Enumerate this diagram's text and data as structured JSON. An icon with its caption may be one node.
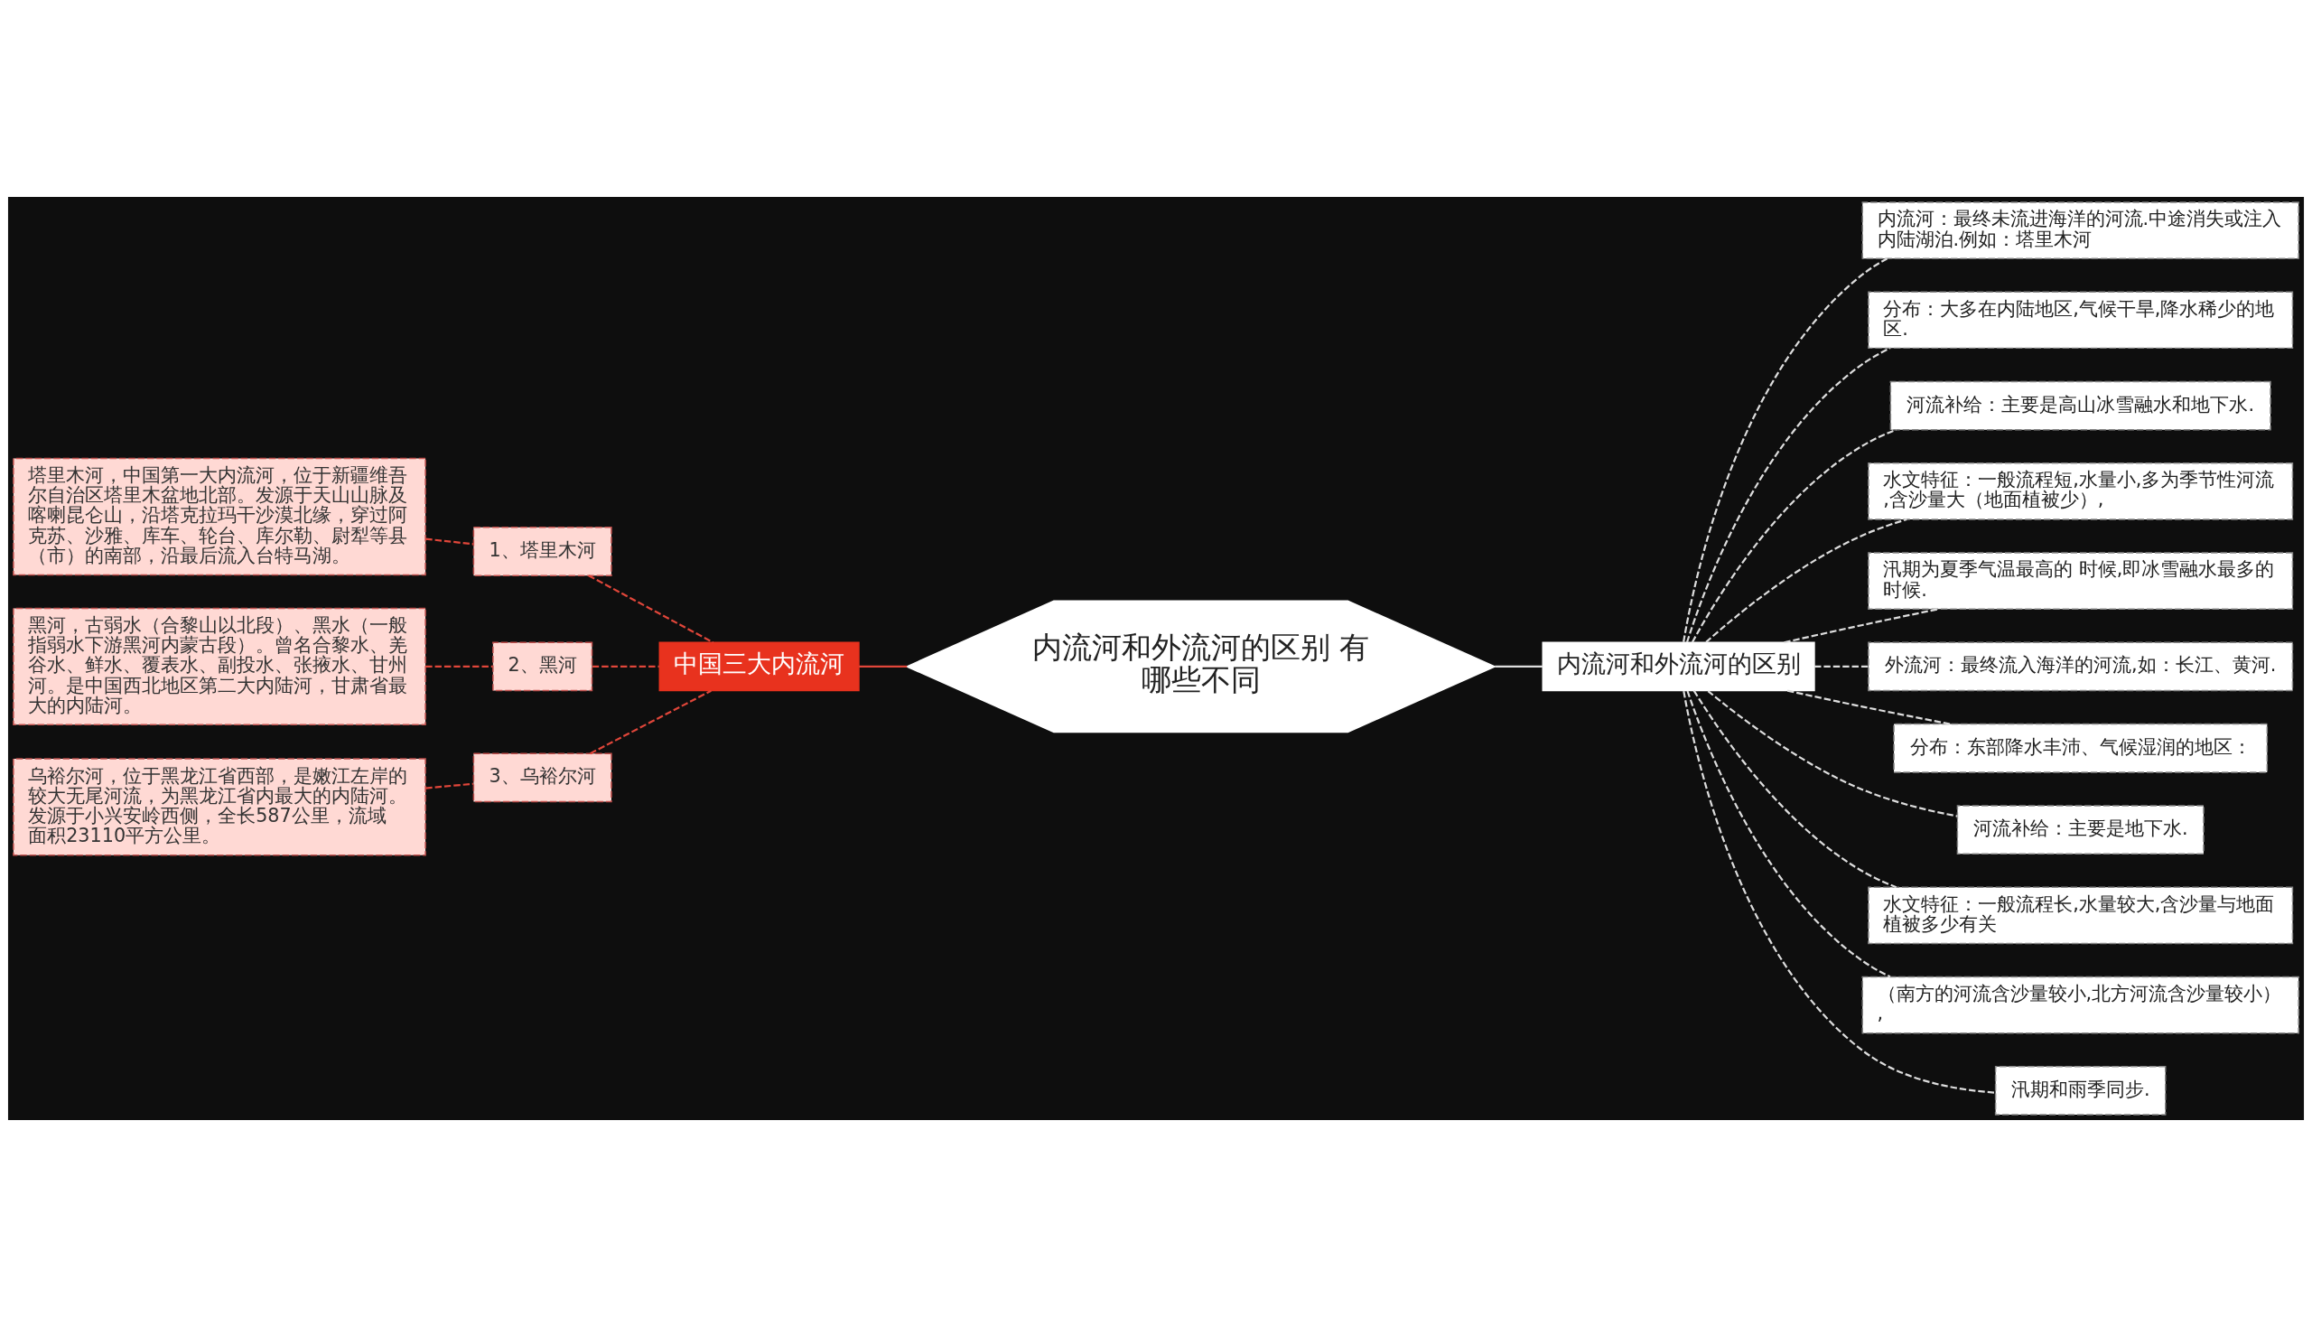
{
  "diagram": {
    "nodes": [
      {
        "text": [
          "内流河和外流河的区别 有哪些不同"
        ]
      },
      {
        "text": [
          "中国三大内流河"
        ]
      },
      {
        "text": [
          "1、塔里木河"
        ]
      },
      {
        "text": [
          "塔里木河，中国第一大内流河，位于新疆维吾尔自治区塔里木盆地北部。发源于天山山脉及喀喇昆仑山，沿塔克拉玛干沙漠北缘，穿过阿克苏、沙雅、库车、轮台、库尔勒、尉犁等县（市）的南部，沿最后流入台特马湖。"
        ]
      },
      {
        "text": [
          "2、黑河"
        ]
      },
      {
        "text": [
          "黑河，古弱水（合黎山以北段）、黑水（一般指弱水下游黑河内蒙古段）。曾名合黎水、羌谷水、鲜水、覆表水、副投水、张掖水、甘州河。是中国西北地区第二大内陆河，甘肃省最大的内陆河。"
        ]
      },
      {
        "text": [
          "3、乌裕尔河"
        ]
      },
      {
        "text": [
          "乌裕尔河，位于黑龙江省西部，是嫩江左岸的较大无尾河流，为黑龙江省内最大的内陆河。发源于小兴安岭西侧，全长587公里，流域面积23110平方公里。"
        ]
      },
      {
        "text": [
          "内流河和外流河的区别"
        ]
      },
      {
        "text": [
          "内流河：最终未流进海洋的河流.中途消失或注入内陆湖泊.例如：塔里木河"
        ]
      },
      {
        "text": [
          "分布：大多在内陆地区,气候干旱,降水稀少的地区."
        ]
      },
      {
        "text": [
          "河流补给：主要是高山冰雪融水和地下水."
        ]
      },
      {
        "text": [
          "水文特征：一般流程短,水量小,多为季节性河流,含沙量大（地面植被少）,"
        ]
      },
      {
        "text": [
          "汛期为夏季气温最高的 时候,即冰雪融水最多的时候."
        ]
      },
      {
        "text": [
          "外流河：最终流入海洋的河流,如：长江、黄河."
        ]
      },
      {
        "text": [
          "分布：东部降水丰沛、气候湿润的地区："
        ]
      },
      {
        "text": [
          "河流补给：主要是地下水."
        ]
      },
      {
        "text": [
          "水文特征：一般流程长,水量较大,含沙量与地面植被多少有关"
        ]
      },
      {
        "text": [
          "（南方的河流含沙量较小,北方河流含沙量较小）,"
        ]
      },
      {
        "text": [
          "汛期和雨季同步."
        ]
      }
    ],
    "edges": [
      {
        "from": 1,
        "to": 0,
        "arrow": "none",
        "color": "#e0463a"
      },
      {
        "from": 2,
        "to": 1,
        "arrow": "none",
        "style": "dashed",
        "color": "#e0463a"
      },
      {
        "from": 3,
        "to": 2,
        "arrow": "none",
        "style": "dashed",
        "color": "#e0463a"
      },
      {
        "from": 4,
        "to": 1,
        "arrow": "none",
        "style": "dashed",
        "color": "#e0463a"
      },
      {
        "from": 5,
        "to": 4,
        "arrow": "none",
        "style": "dashed",
        "color": "#e0463a"
      },
      {
        "from": 6,
        "to": 1,
        "arrow": "none",
        "style": "dashed",
        "color": "#e0463a"
      },
      {
        "from": 7,
        "to": 6,
        "arrow": "none",
        "style": "dashed",
        "color": "#e0463a"
      },
      {
        "from": 0,
        "to": 8,
        "arrow": "none"
      },
      {
        "from": 8,
        "to": 9,
        "arrow": "none",
        "style": "dashed"
      },
      {
        "from": 8,
        "to": 10,
        "arrow": "none",
        "style": "dashed"
      },
      {
        "from": 8,
        "to": 11,
        "arrow": "none",
        "style": "dashed"
      },
      {
        "from": 8,
        "to": 12,
        "arrow": "none",
        "style": "dashed"
      },
      {
        "from": 8,
        "to": 13,
        "arrow": "none",
        "style": "dashed"
      },
      {
        "from": 8,
        "to": 14,
        "arrow": "none",
        "style": "dashed"
      },
      {
        "from": 8,
        "to": 15,
        "arrow": "none",
        "style": "dashed"
      },
      {
        "from": 8,
        "to": 16,
        "arrow": "none",
        "style": "dashed"
      },
      {
        "from": 8,
        "to": 17,
        "arrow": "none",
        "style": "dashed"
      },
      {
        "from": 8,
        "to": 18,
        "arrow": "none",
        "style": "dashed"
      },
      {
        "from": 8,
        "to": 19,
        "arrow": "none",
        "style": "dashed"
      }
    ]
  }
}
